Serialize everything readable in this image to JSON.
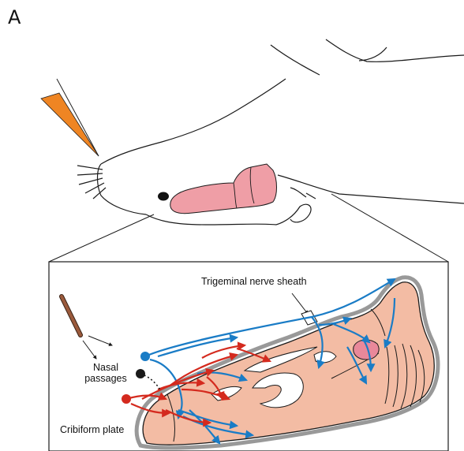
{
  "panel_label": "A",
  "labels": {
    "trigeminal": "Trigeminal nerve sheath",
    "nasal_line1": "Nasal",
    "nasal_line2": "passages",
    "cribriform": "Cribiform plate"
  },
  "colors": {
    "pathway_blue": "#1a7cc6",
    "pathway_red": "#d42a1e",
    "brain_pink": "#ef9ea6",
    "brain_inset_fill": "#f3bca4",
    "needle_orange": "#ef8523",
    "pipette_brown": "#9b5a3c",
    "outline": "#1a1a1a"
  }
}
